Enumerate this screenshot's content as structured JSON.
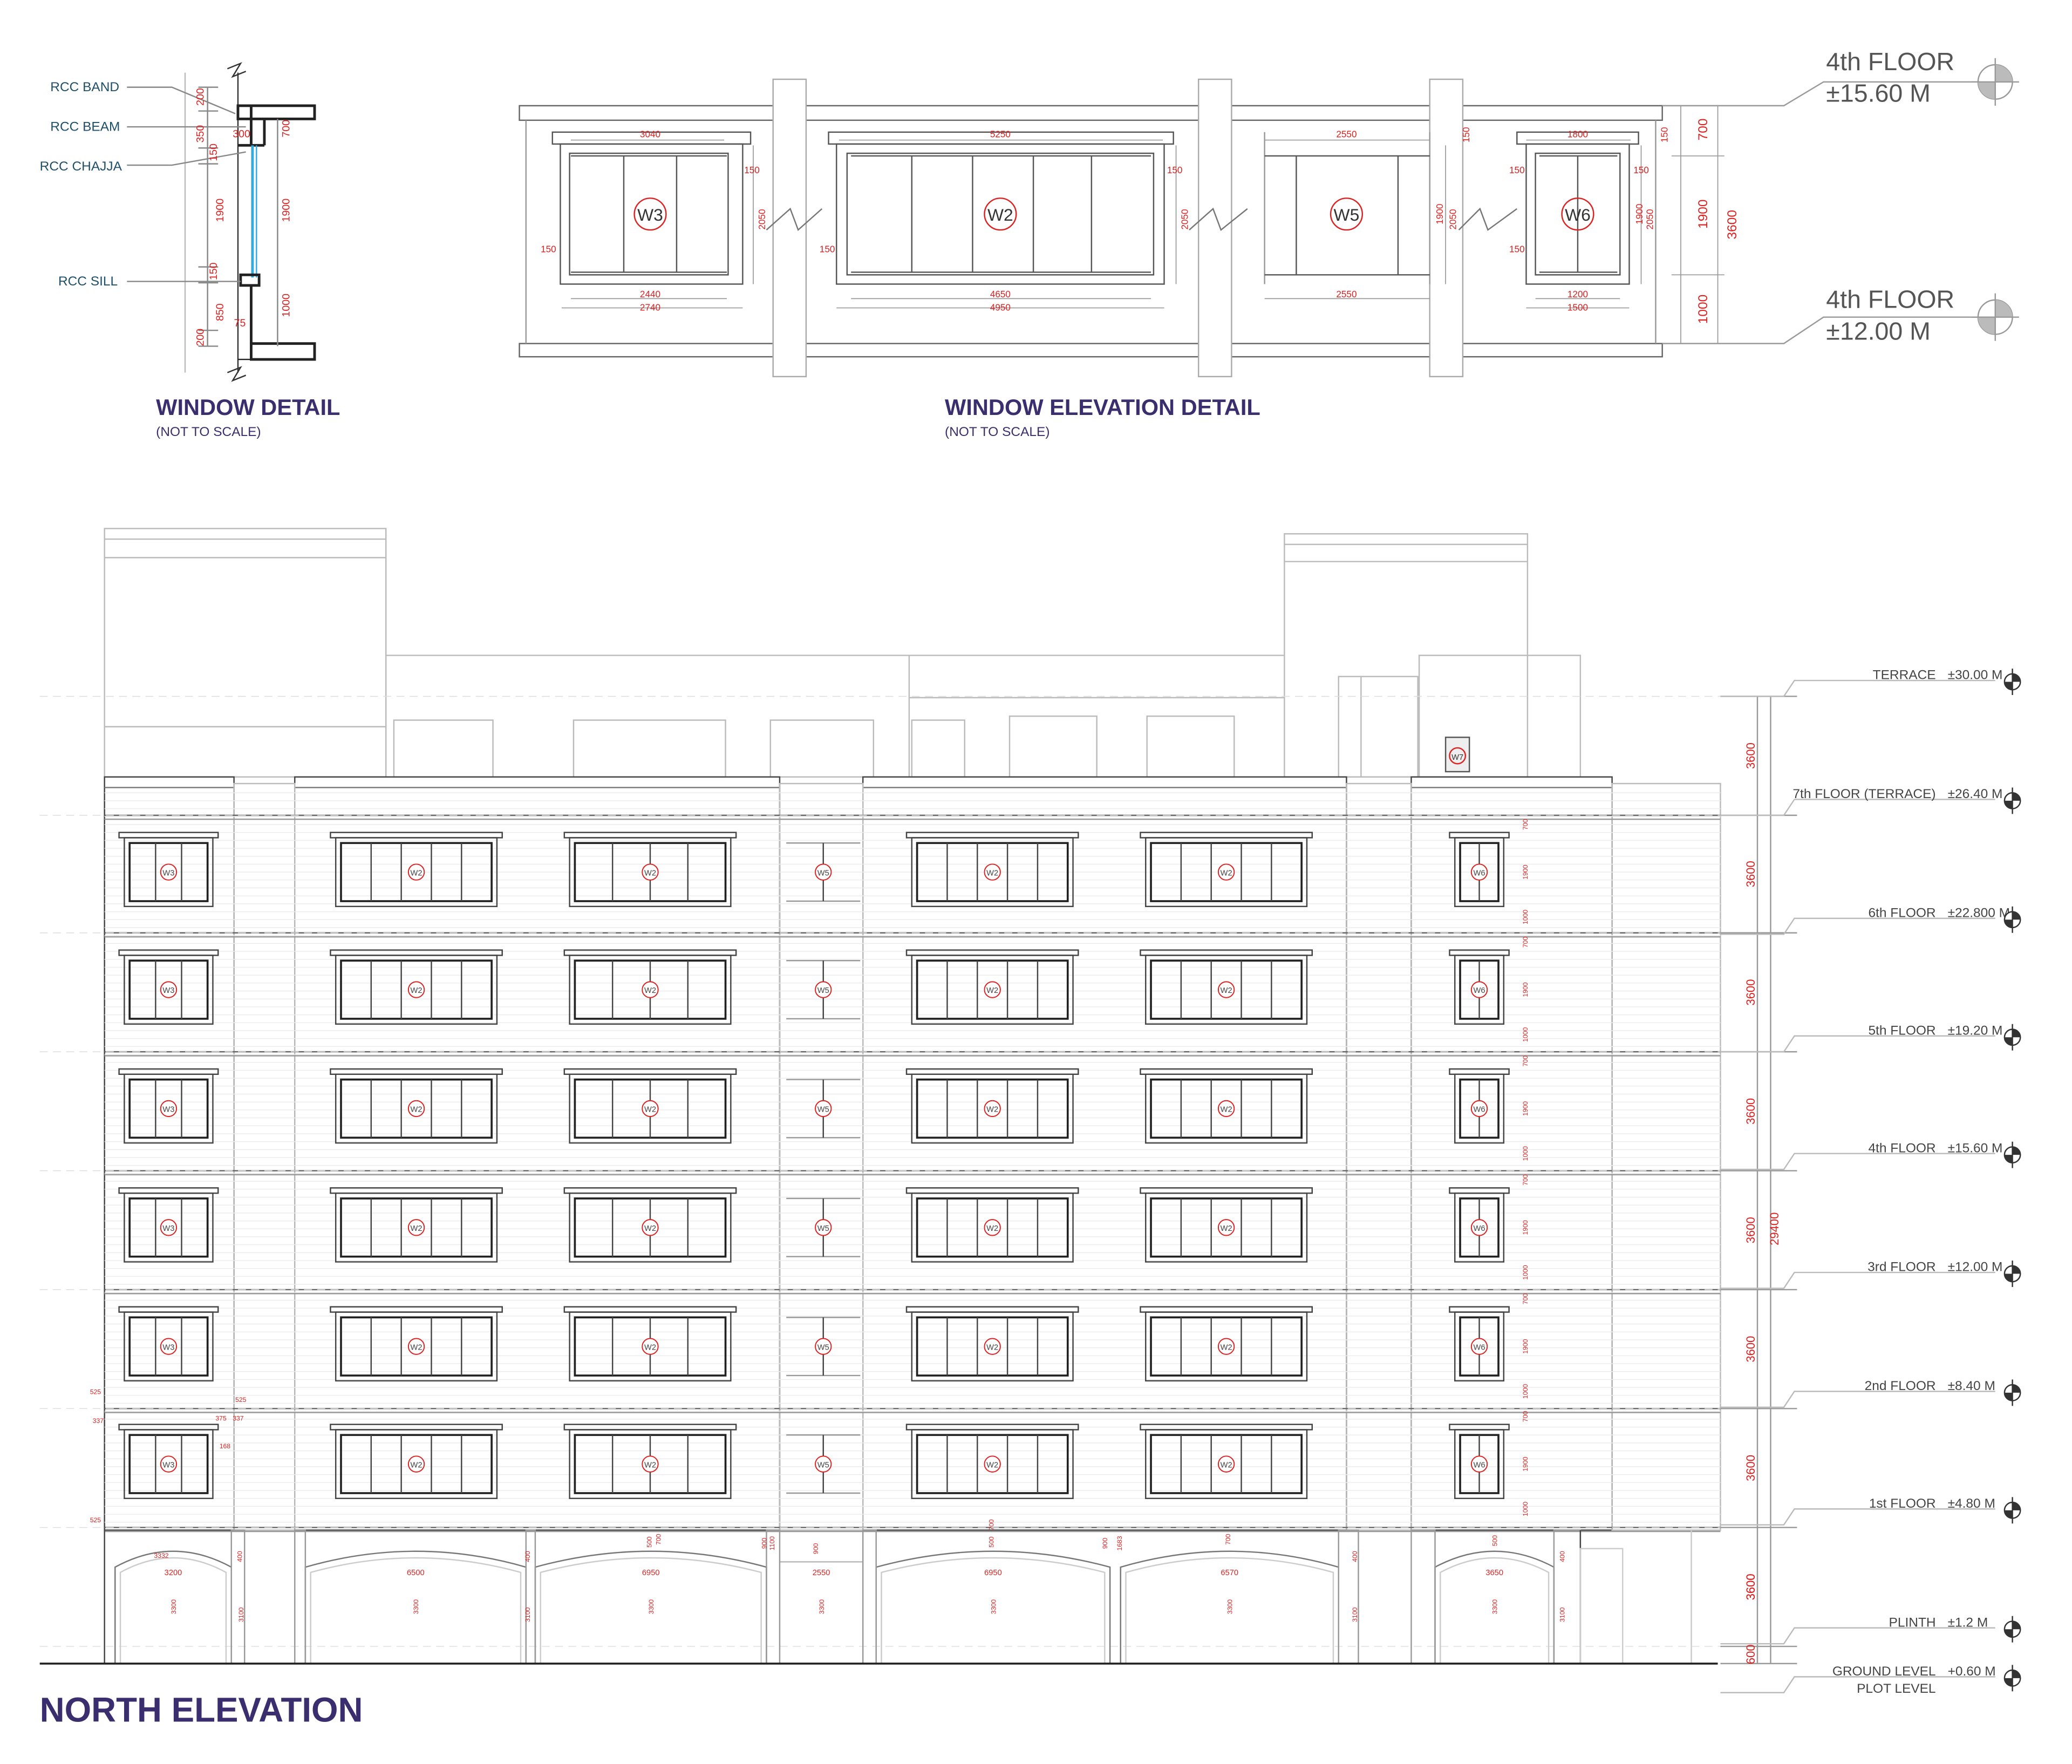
{
  "window_detail": {
    "title": "WINDOW DETAIL",
    "subtitle": "(NOT TO SCALE)",
    "labels": {
      "band": "RCC BAND",
      "beam": "RCC BEAM",
      "chajja": "RCC CHAJJA",
      "sill": "RCC SILL"
    },
    "dims": {
      "d200_top": "200",
      "d350": "350",
      "d300": "300",
      "d150_a": "150",
      "d700": "700",
      "d1900_a": "1900",
      "d1900_b": "1900",
      "d150_b": "150",
      "d850": "850",
      "d75": "75",
      "d1000": "1000",
      "d200_bot": "200"
    }
  },
  "window_elevation": {
    "title": "WINDOW ELEVATION DETAIL",
    "subtitle": "(NOT TO SCALE)",
    "windows": [
      {
        "tag": "W3",
        "top": "3040",
        "inner": "2440",
        "outer": "2740",
        "side": "150",
        "height": "2050"
      },
      {
        "tag": "W2",
        "top": "5250",
        "inner": "4650",
        "outer": "4950",
        "side": "150",
        "height": "2050"
      },
      {
        "tag": "W5",
        "top": "2550",
        "inner": "2550",
        "outer": "",
        "side": "150",
        "height": "2050"
      },
      {
        "tag": "W6",
        "top": "1800",
        "inner": "1200",
        "outer": "1500",
        "side": "150",
        "height": "2050"
      }
    ],
    "right_dims": {
      "d150": "150",
      "d700": "700",
      "d1900": "1900",
      "d1000": "1000",
      "d3600": "3600",
      "d1900_small": "1900"
    },
    "levels": [
      {
        "name": "4th FLOOR",
        "value": "±15.60 M"
      },
      {
        "name": "4th FLOOR",
        "value": "±12.00 M"
      }
    ]
  },
  "elevation": {
    "title": "NORTH ELEVATION",
    "total_height": "29400",
    "floor_dim": "3600",
    "plinth_dim": "600",
    "levels": [
      {
        "name": "TERRACE",
        "value": "±30.00 M"
      },
      {
        "name": "7th FLOOR (TERRACE)",
        "value": "±26.40 M"
      },
      {
        "name": "6th FLOOR",
        "value": "±22.800 M"
      },
      {
        "name": "5th FLOOR",
        "value": "±19.20 M"
      },
      {
        "name": "4th FLOOR",
        "value": "±15.60 M"
      },
      {
        "name": "3rd FLOOR",
        "value": "±12.00 M"
      },
      {
        "name": "2nd FLOOR",
        "value": "±8.40 M"
      },
      {
        "name": "1st FLOOR",
        "value": "±4.80 M"
      },
      {
        "name": "PLINTH",
        "value": "±1.2 M"
      },
      {
        "name": "GROUND LEVEL",
        "value": "+0.60 M"
      },
      {
        "name": "PLOT LEVEL",
        "value": ""
      }
    ],
    "window_tags": [
      "W3",
      "W2",
      "W2",
      "W5",
      "W2",
      "W2",
      "W6"
    ],
    "roof_tag": "W7",
    "ground_openings": [
      "3200",
      "6500",
      "6950",
      "2550",
      "6950",
      "6570",
      "3650"
    ],
    "ground_dims": {
      "d3100": "3100",
      "d3300": "3300",
      "d400": "400",
      "d500": "500",
      "d700": "700",
      "d900": "900",
      "d1100": "1100",
      "d1683": "1683",
      "d3332": "3332"
    },
    "side_dims": {
      "d525": "525",
      "d337": "337",
      "d375": "375",
      "d168": "168"
    },
    "bay_dims": {
      "d700": "700",
      "d1900": "1900",
      "d1000": "1000"
    }
  }
}
